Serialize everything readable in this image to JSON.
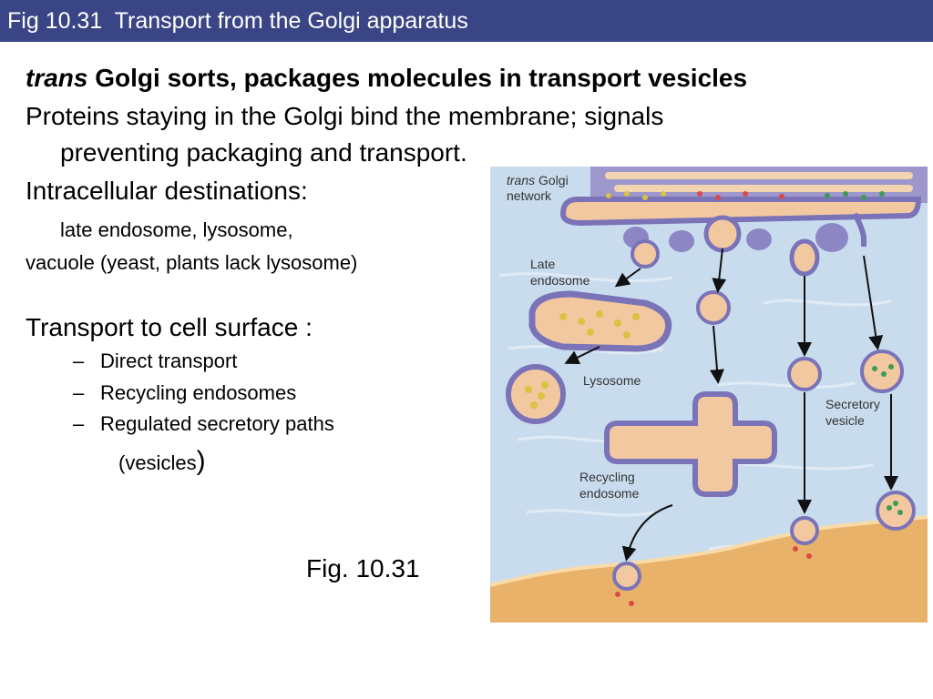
{
  "slide": {
    "title": "Fig 10.31  Transport from the Golgi apparatus",
    "heading_italic": "trans",
    "heading_rest": " Golgi sorts, packages molecules in transport vesicles",
    "line1": "Proteins staying in the Golgi bind the membrane; signals",
    "line2": "preventing packaging and transport.",
    "line3": "Intracellular destinations:",
    "line4": "late endosome, lysosome,",
    "line5": "vacuole (yeast, plants lack lysosome)",
    "line6": "Transport to cell surface :",
    "bullets": [
      "Direct transport",
      "Recycling endosomes",
      "Regulated secretory paths"
    ],
    "bullet_dash": "–",
    "vesicles_open": "(vesicles",
    "vesicles_close": ")",
    "fig_caption": "Fig. 10.31"
  },
  "figure": {
    "labels": {
      "tgn_italic": "trans",
      "tgn_rest": " Golgi",
      "tgn_line2": "network",
      "late1": "Late",
      "late2": "endosome",
      "lysosome": "Lysosome",
      "secretory1": "Secretory",
      "secretory2": "vesicle",
      "recycling1": "Recycling",
      "recycling2": "endosome"
    }
  },
  "colors": {
    "title_bar": "#3a4585",
    "cytosol": "#c9dcee",
    "membrane_orange": "#e9b26a",
    "golgi_purple": "#8c86c4"
  }
}
